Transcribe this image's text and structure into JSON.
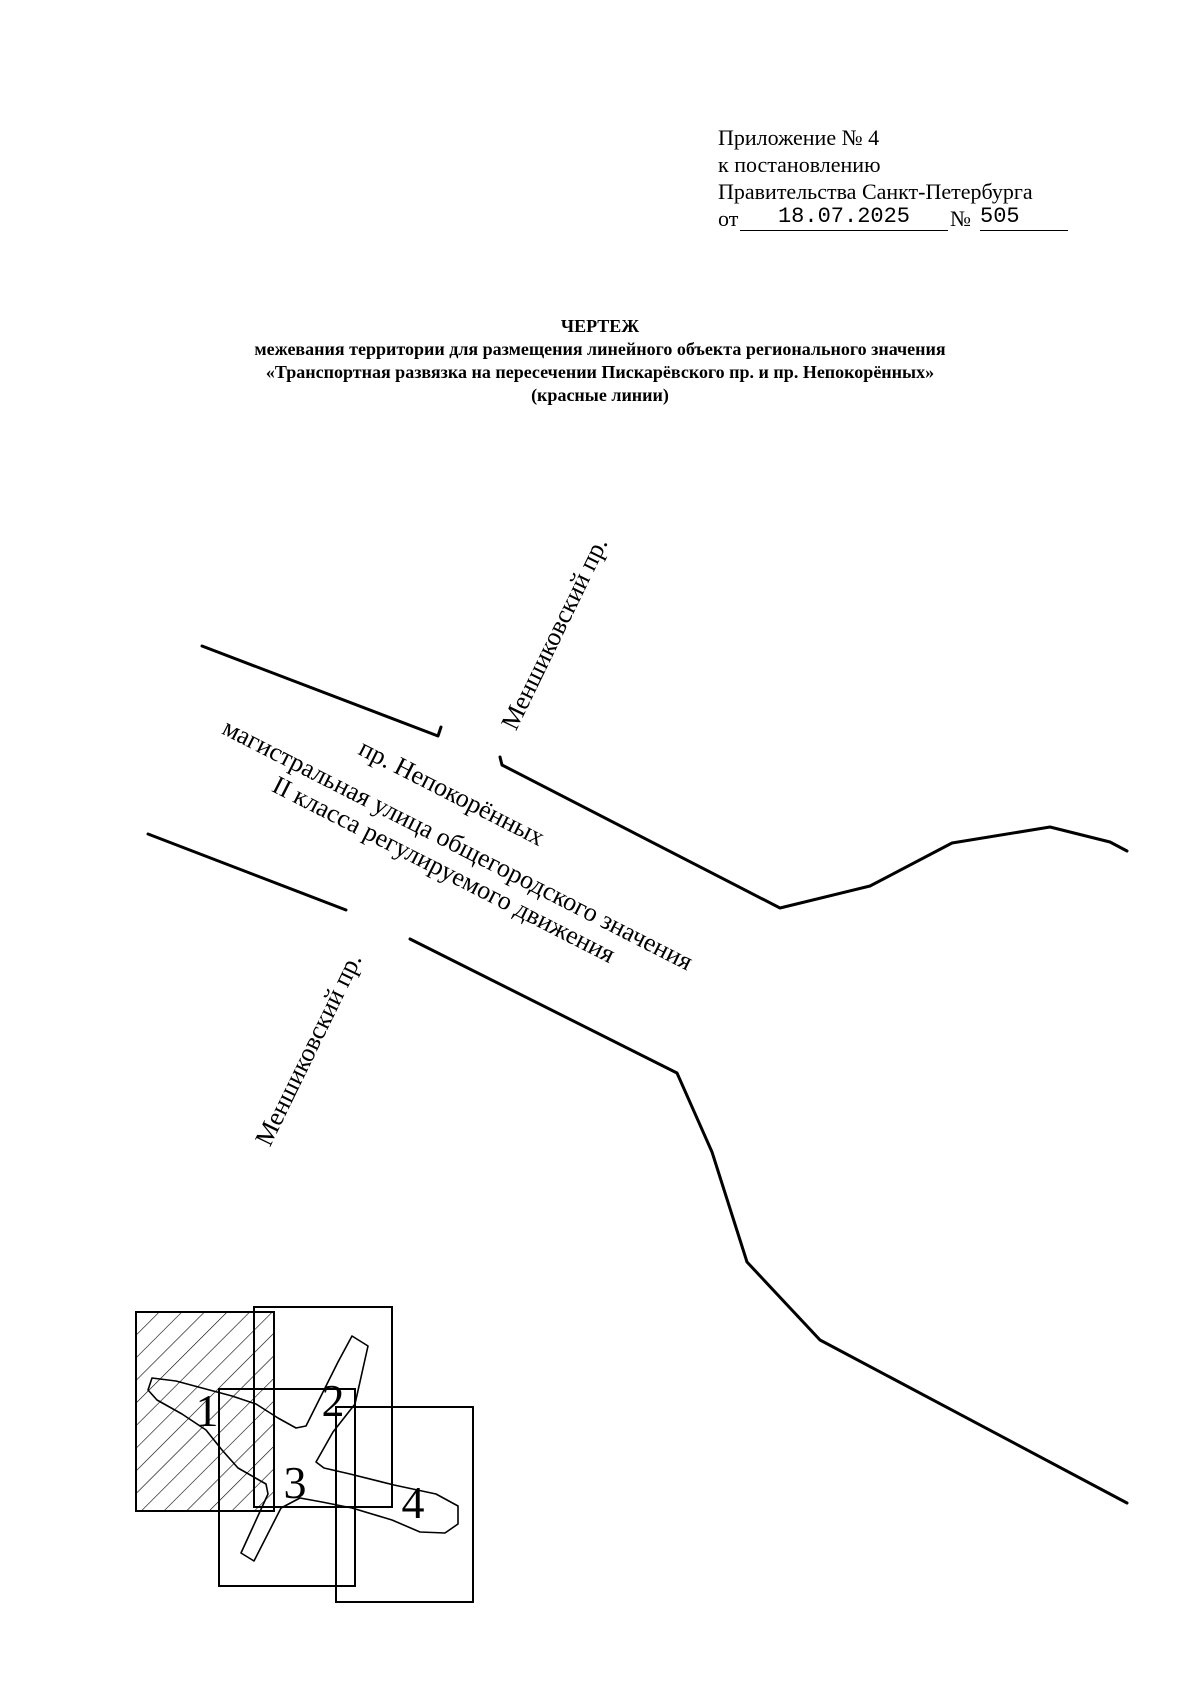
{
  "approval": {
    "line1": "Приложение № 4",
    "line2": "к постановлению",
    "line3": "Правительства Санкт-Петербурга",
    "date_prefix": "от",
    "date": "18.07.2025",
    "number_prefix": "№",
    "number": "505"
  },
  "title": {
    "heading": "ЧЕРТЕЖ",
    "line1": "межевания территории для размещения линейного объекта регионального значения",
    "line2": "«Транспортная развязка на пересечении Пискарёвского пр. и пр. Непокорённых»",
    "line3": "(красные линии)"
  },
  "drawing": {
    "label_menshikovsky_upper": "Меншиковский пр.",
    "label_menshikovsky_lower": "Меншиковский пр.",
    "label_street": "пр. Непокорённых",
    "label_class_1": "магистральная улица общегородского значения",
    "label_class_2": "II класса регулируемого движения"
  },
  "sheet_index": {
    "sheets": [
      "1",
      "2",
      "3",
      "4"
    ],
    "highlighted_sheet": "1"
  }
}
